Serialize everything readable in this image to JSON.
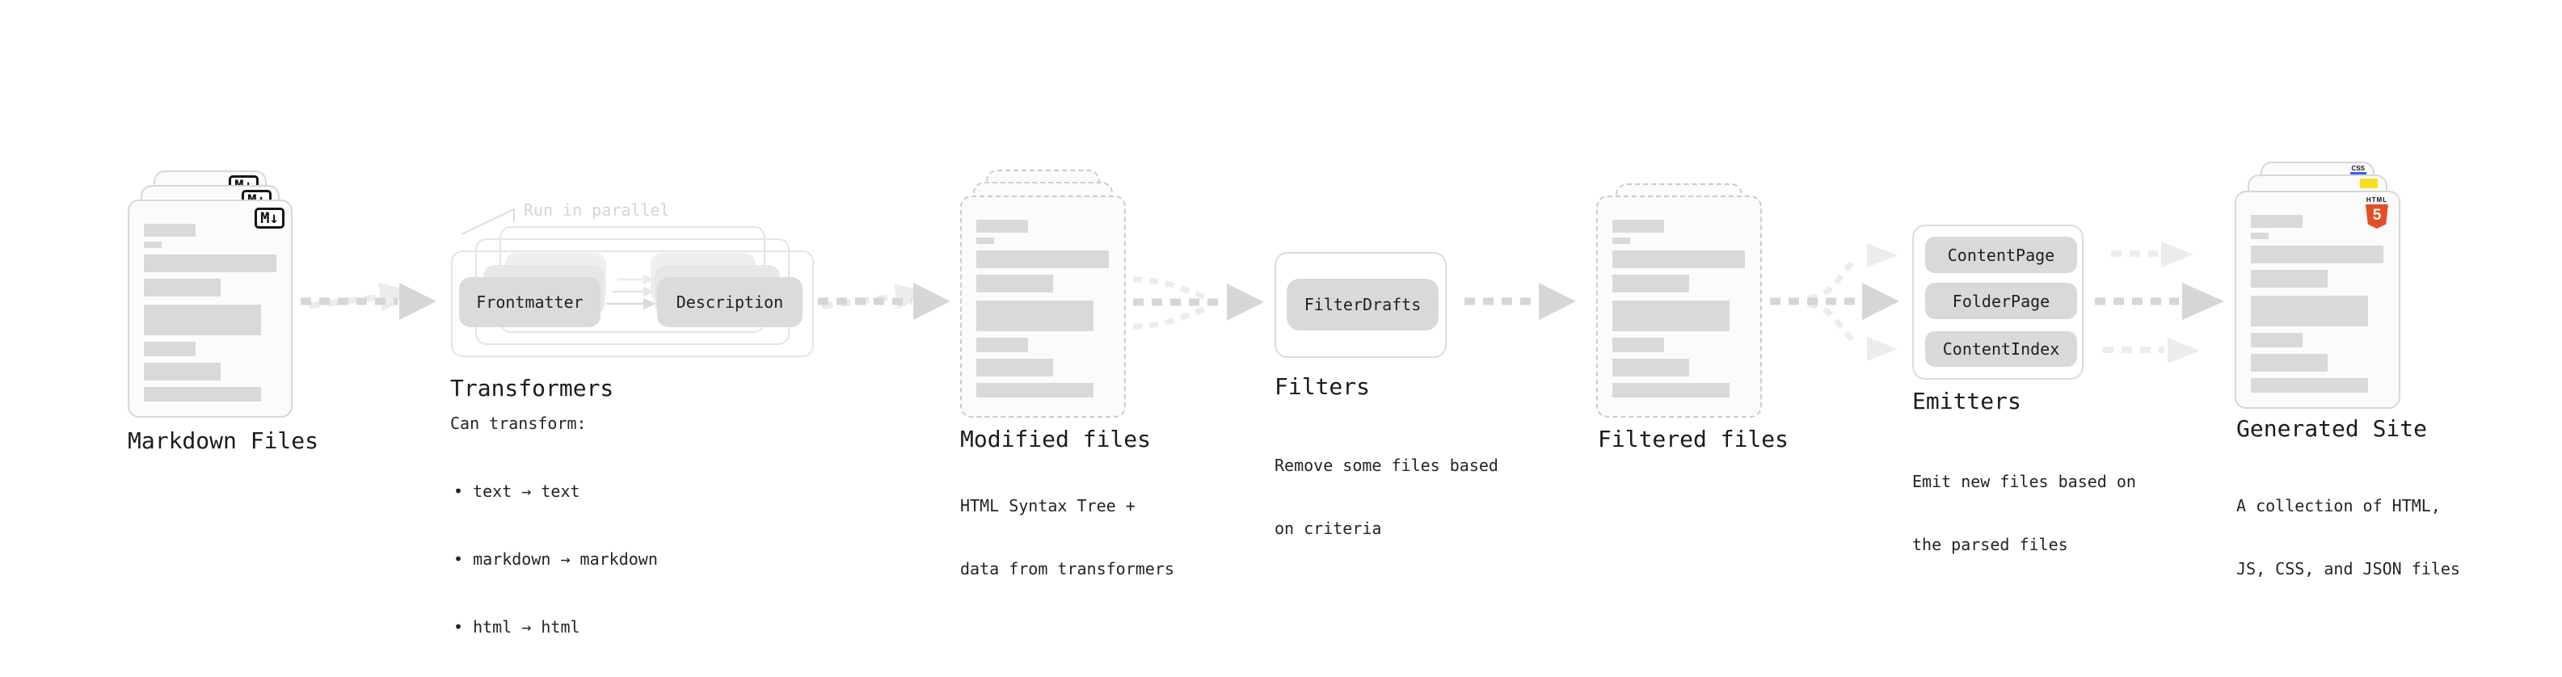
{
  "colors": {
    "background": "#ffffff",
    "doc_fill": "#fbfbfb",
    "doc_border": "#d7d7d7",
    "dashed_doc_border": "#cbcbcb",
    "skeleton_bar": "#d9d9d9",
    "pill_fill": "#d9d9d9",
    "stack_box_border": "#e4e4e4",
    "arrow_dark": "#d6d6d6",
    "arrow_light": "#ececec",
    "annotation_text": "#d4d4d4",
    "title_text": "#1b1b1b",
    "body_text": "#242424",
    "html5_orange": "#e44d26",
    "js_yellow": "#f7df1e",
    "css_blue": "#2965f1",
    "md_icon_black": "#151515"
  },
  "stages": {
    "markdown": {
      "label": "Markdown Files",
      "icon": "M↓"
    },
    "transformers": {
      "annotation": "Run in parallel",
      "pills": [
        "Frontmatter",
        "Description"
      ],
      "label": "Transformers",
      "desc_title": "Can transform:",
      "bullets": [
        "• text → text",
        "• markdown → markdown",
        "• html → html"
      ]
    },
    "modified": {
      "label": "Modified files",
      "desc": [
        "HTML Syntax Tree +",
        "data from transformers"
      ]
    },
    "filters": {
      "pill": "FilterDrafts",
      "label": "Filters",
      "desc": [
        "Remove some files based",
        "on criteria"
      ]
    },
    "filtered": {
      "label": "Filtered files"
    },
    "emitters": {
      "pills": [
        "ContentPage",
        "FolderPage",
        "ContentIndex"
      ],
      "label": "Emitters",
      "desc": [
        "Emit new files based on",
        "the parsed files"
      ]
    },
    "generated": {
      "label": "Generated Site",
      "badges": {
        "html_label": "HTML",
        "html_number": "5",
        "css_label": "CSS"
      },
      "desc": [
        "A collection of HTML,",
        "JS, CSS, and JSON files"
      ]
    }
  }
}
